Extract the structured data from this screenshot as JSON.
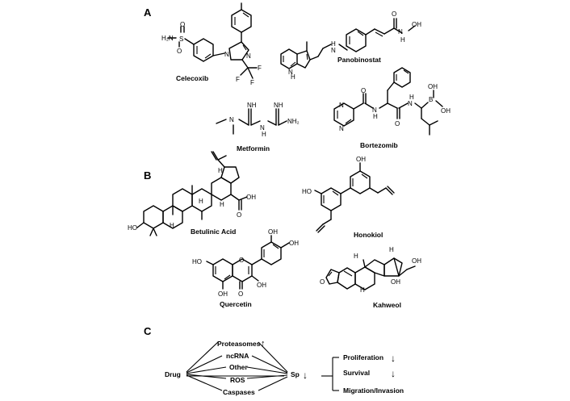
{
  "panels": {
    "a": "A",
    "b": "B",
    "c": "C"
  },
  "compounds": {
    "celecoxib": "Celecoxib",
    "panobinostat": "Panobinostat",
    "metformin": "Metformin",
    "bortezomib": "Bortezomib",
    "betulinic_acid": "Betulinic Acid",
    "honokiol": "Honokiol",
    "quercetin": "Quercetin",
    "kahweol": "Kahweol"
  },
  "atoms": {
    "h2n": "H₂N",
    "s": "S",
    "o": "O",
    "n": "N",
    "f": "F",
    "h": "H",
    "hn": "HN",
    "nh": "NH",
    "nh2": "NH₂",
    "oh": "OH",
    "ho": "HO",
    "b": "B",
    "n_h": "N",
    "h_n": "H"
  },
  "pathway": {
    "drug": "Drug",
    "sp": "Sp",
    "sp_arrow": "↓",
    "mediators": [
      "Proteasomes",
      "ncRNA",
      "Other",
      "ROS",
      "Caspases"
    ],
    "proteasome_arrow": "↑",
    "outcomes": [
      {
        "label": "Proliferation",
        "arrow": "↓"
      },
      {
        "label": "Survival",
        "arrow": "↓"
      },
      {
        "label": "Migration/Invasion",
        "arrow": ""
      }
    ]
  }
}
